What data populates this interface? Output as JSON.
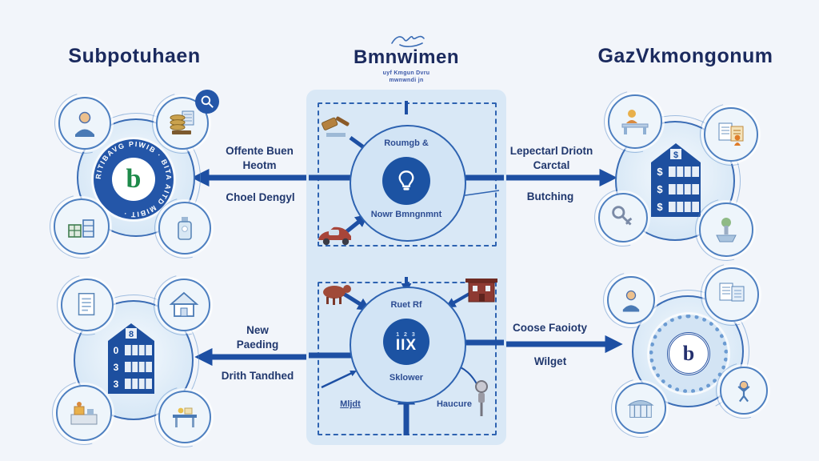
{
  "headers": {
    "left": "Subpotuhaen",
    "center": {
      "title": "Bmnwimen",
      "sub1": "uyf Kmgun Dvru",
      "sub2": "mwnwndi jn",
      "ornament": "squiggle-icon"
    },
    "right": "GazVkmongonum"
  },
  "top_flow": {
    "left": {
      "line1": "Offente Buen",
      "line2": "Heotm",
      "sub": "Choel Dengyl"
    },
    "right": {
      "line1": "Lepectarl Driotn",
      "line2": "Carctal",
      "sub": "Butching"
    },
    "hub": {
      "top": "Roumgb &",
      "bottom": "Nowr Bmngnmnt",
      "icon": "lightbulb-icon"
    },
    "corner_icons": [
      "gavel-icon",
      "car-icon"
    ]
  },
  "bottom_flow": {
    "left": {
      "line1": "New",
      "line2": "Paeding",
      "sub": "Drith Tandhed"
    },
    "right": {
      "line1": "Coose Faoioty",
      "sub": "Wilget"
    },
    "hub": {
      "top": "Ruet Rf",
      "mini": "1 2 3",
      "center": "IIX",
      "bottom": "Sklower"
    },
    "notes": {
      "left": "Mljdt",
      "right": "Haucure"
    },
    "corner_icons": [
      "livestock-icon",
      "brick-building-icon",
      "parking-meter-icon"
    ]
  },
  "clusters": {
    "top_left": {
      "badge_letter": "b",
      "ring_text": "RITIBAVG PIWIB · BITA AITD MIBIT ·",
      "satellites": [
        "person-icon",
        "ledger-coins-icon",
        "crates-icon",
        "bottle-icon",
        "magnifier-icon"
      ]
    },
    "top_right": {
      "roof_mark": "$",
      "building_marks": [
        "$",
        "$",
        "$"
      ],
      "satellites": [
        "person-desk-icon",
        "documents-icon",
        "key-icon",
        "fountain-icon"
      ]
    },
    "bottom_left": {
      "roof_mark": "8",
      "building_marks": [
        "0",
        "3",
        "3"
      ],
      "satellites": [
        "document-icon",
        "house-icon",
        "workshop-icon",
        "market-table-icon"
      ]
    },
    "bottom_right": {
      "badge_letter": "b",
      "satellites": [
        "person-icon",
        "documents-icon",
        "building-icon",
        "person-cheer-icon"
      ]
    }
  },
  "colors": {
    "arrow_blue": "#1d4fa3",
    "dash_blue": "#2e63b1",
    "panel_blue": "#d9e8f6",
    "header_navy": "#1b2a5e",
    "badge_green": "#1e8a4a",
    "background": "#f2f5fa"
  }
}
